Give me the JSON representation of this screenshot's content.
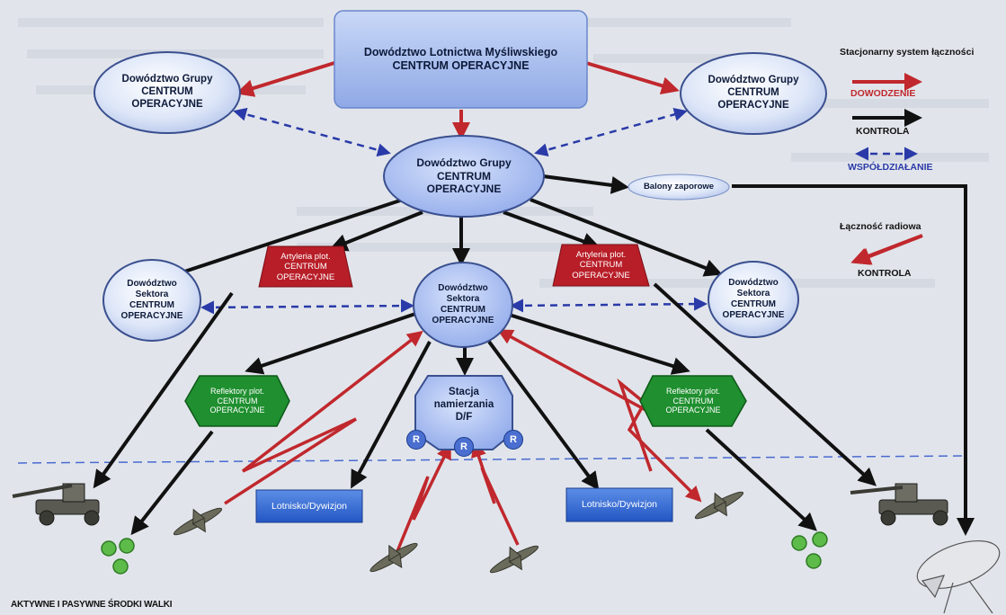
{
  "top_hq": {
    "line1": "Dowództwo Lotnictwa Myśliwskiego",
    "line2": "CENTRUM OPERACYJNE"
  },
  "group_left": {
    "line1": "Dowództwo Grupy",
    "line2": "CENTRUM",
    "line3": "OPERACYJNE"
  },
  "group_right": {
    "line1": "Dowództwo Grupy",
    "line2": "CENTRUM",
    "line3": "OPERACYJNE"
  },
  "group_center": {
    "line1": "Dowództwo Grupy",
    "line2": "CENTRUM",
    "line3": "OPERACYJNE"
  },
  "balloons": {
    "label": "Balony zaporowe"
  },
  "sector_left": {
    "line1": "Dowództwo",
    "line2": "Sektora",
    "line3": "CENTRUM",
    "line4": "OPERACYJNE"
  },
  "sector_center": {
    "line1": "Dowództwo",
    "line2": "Sektora",
    "line3": "CENTRUM",
    "line4": "OPERACYJNE"
  },
  "sector_right": {
    "line1": "Dowództwo",
    "line2": "Sektora",
    "line3": "CENTRUM",
    "line4": "OPERACYJNE"
  },
  "aa_left": {
    "line1": "Artyleria plot.",
    "line2": "CENTRUM",
    "line3": "OPERACYJNE"
  },
  "aa_right": {
    "line1": "Artyleria plot.",
    "line2": "CENTRUM",
    "line3": "OPERACYJNE"
  },
  "searchlight_left": {
    "line1": "Reflektory plot.",
    "line2": "CENTRUM",
    "line3": "OPERACYJNE"
  },
  "searchlight_right": {
    "line1": "Reflektory plot.",
    "line2": "CENTRUM",
    "line3": "OPERACYJNE"
  },
  "df_station": {
    "line1": "Stacja",
    "line2": "namierzania",
    "line3": "D/F",
    "badge": "R"
  },
  "airfield_left": {
    "label": "Lotnisko/Dywizjon"
  },
  "airfield_right": {
    "label": "Lotnisko/Dywizjon"
  },
  "legend": {
    "title": "Stacjonarny system łączności",
    "command": "DOWODZENIE",
    "control": "KONTROLA",
    "cooperation": "WSPÓŁDZIAŁANIE",
    "radio_title": "Łączność radiowa",
    "radio_control": "KONTROLA",
    "colors": {
      "command": "#c0282d",
      "control": "#111111",
      "cooperation": "#2a3aa8",
      "radio": "#c0282d"
    }
  },
  "footer": "AKTYWNE I PASYWNE ŚRODKI WALKI"
}
